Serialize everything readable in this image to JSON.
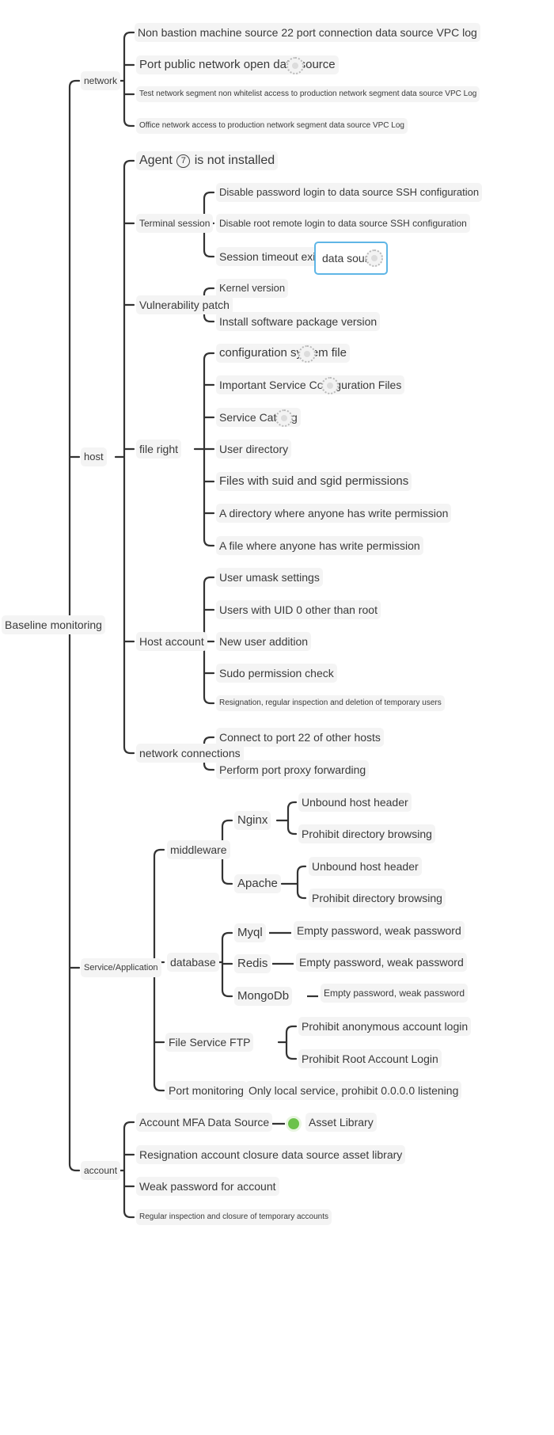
{
  "root": "Baseline monitoring",
  "network": {
    "label": "network",
    "items": [
      "Non bastion machine source 22 port connection data source VPC log",
      "Port public network open data source",
      "Test network segment non whitelist access to production network segment data source VPC Log",
      "Office network access to production network segment data source VPC Log"
    ]
  },
  "host": {
    "label": "host",
    "agent": {
      "prefix": "Agent",
      "badge": "7",
      "suffix": "is not installed"
    },
    "terminal": {
      "label": "Terminal session",
      "items": [
        "Disable password login to data source SSH configuration",
        "Disable root remote login to data source SSH configuration",
        "Session timeout exit"
      ],
      "selected_node": "data source"
    },
    "vulnerability": {
      "label": "Vulnerability patch",
      "items": [
        "Kernel version",
        "Install software package version"
      ]
    },
    "file_right": {
      "label": "file right",
      "items": [
        "configuration system file",
        "Important Service Configuration Files",
        "Service Catalog",
        "User directory",
        "Files with suid and sgid permissions",
        "A directory where anyone has write permission",
        "A file where anyone has write permission"
      ]
    },
    "host_account": {
      "label": "Host account",
      "items": [
        "User umask settings",
        "Users with UID 0 other than root",
        "New user addition",
        "Sudo permission check",
        "Resignation, regular inspection and deletion of temporary users"
      ]
    },
    "network_connections": {
      "label": "network connections",
      "items": [
        "Connect to port 22 of other hosts",
        "Perform port proxy forwarding"
      ]
    }
  },
  "service": {
    "label": "Service/Application",
    "middleware": {
      "label": "middleware",
      "nginx": {
        "label": "Nginx",
        "items": [
          "Unbound host header",
          "Prohibit directory browsing"
        ]
      },
      "apache": {
        "label": "Apache",
        "items": [
          "Unbound host header",
          "Prohibit directory browsing"
        ]
      }
    },
    "database": {
      "label": "database",
      "mysql": {
        "label": "Myql",
        "item": "Empty password, weak password"
      },
      "redis": {
        "label": "Redis",
        "item": "Empty password, weak password"
      },
      "mongodb": {
        "label": "MongoDb",
        "item": "Empty password, weak password"
      }
    },
    "ftp": {
      "label": "File Service FTP",
      "items": [
        "Prohibit anonymous account login",
        "Prohibit Root Account Login"
      ]
    },
    "port": {
      "label": "Port monitoring",
      "item": "Only local service, prohibit 0.0.0.0 listening"
    }
  },
  "account": {
    "label": "account",
    "mfa": {
      "label": "Account MFA Data Source",
      "child": "Asset Library"
    },
    "items": [
      "Resignation account closure data source asset library",
      "Weak password for account",
      "Regular inspection and closure of temporary accounts"
    ]
  },
  "colors": {
    "connector": "#333333",
    "node_bg": "#f4f4f4",
    "selected_border": "#5fb6e6",
    "check": "#6cc24a"
  },
  "icons": [
    "gear-icon",
    "check-circle-icon"
  ]
}
